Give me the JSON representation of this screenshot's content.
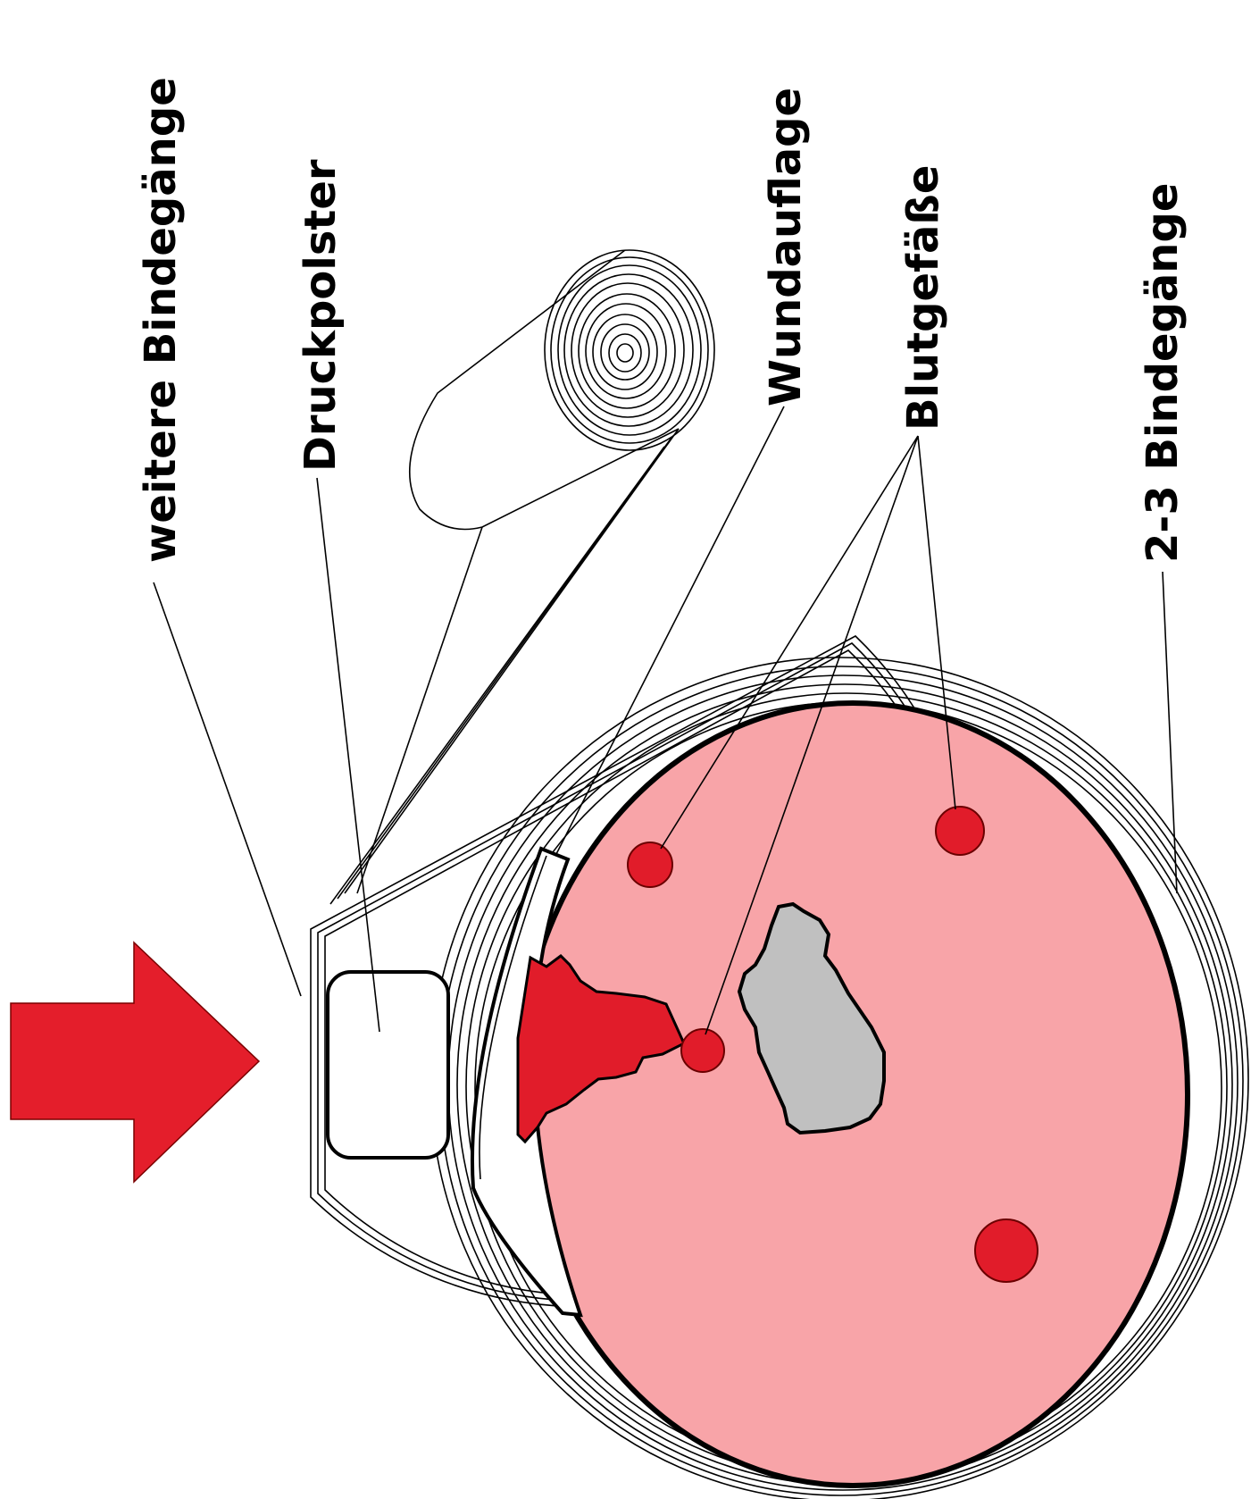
{
  "labels": {
    "weitere_bindegaenge": "weitere Bindegänge",
    "druckpolster": "Druckpolster",
    "wundauflage": "Wundauflage",
    "blutgefaesse": "Blutgefäße",
    "bindegaenge_2_3": "2-3 Bindegänge"
  },
  "colors": {
    "tissue": "#f8a4a8",
    "vessel": "#e11c2a",
    "arrow": "#e41e2b",
    "bone": "#c0c0c0",
    "outline": "#000000"
  },
  "icons": {
    "pressure_arrow": "arrow-right",
    "bandage_roll": "spiral-roll"
  }
}
